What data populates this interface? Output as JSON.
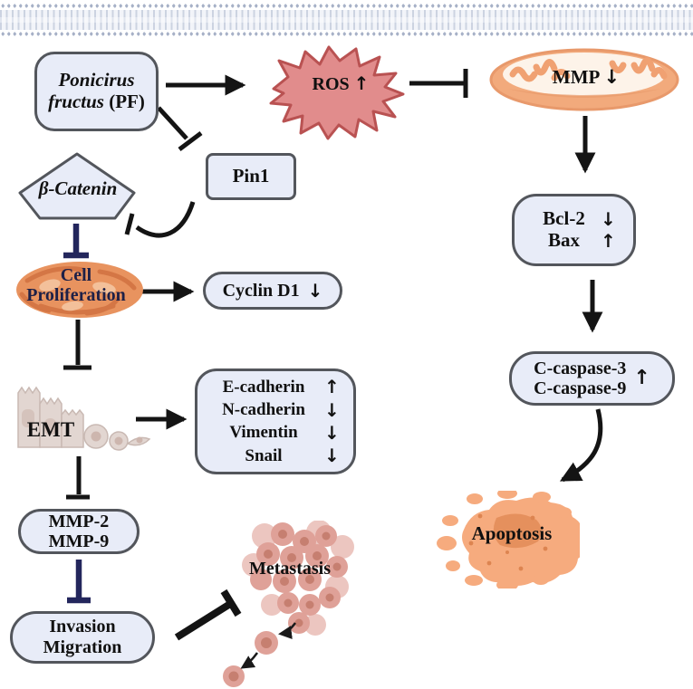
{
  "figure": {
    "kind": "signaling-pathway-diagram",
    "membrane": "cell-membrane (phospholipid bilayer, top of figure)"
  },
  "palette": {
    "box_fill": "#e8ecf8",
    "box_border": "#53565c",
    "navy_inhibitor": "#23265c",
    "connector_black": "#141414",
    "ros_fill": "#e18c8c",
    "ros_stroke": "#b95252",
    "mitochondrion_fill": "#f2aa7c",
    "apoptosis_fill": "#f6ab7e",
    "metastasis_cell": "#dfa198",
    "emt_cell": "#e2d6d1",
    "proliferation_cell": "#e8935f",
    "membrane_dot": "#a8b2c8"
  },
  "nodes": {
    "pf": {
      "line1": "Ponicirus",
      "line2_italic": "fructus",
      "line2_plain": "(PF)"
    },
    "ros": {
      "label": "ROS",
      "arrow": "↑"
    },
    "mmp": {
      "label": "MMP",
      "arrow": "↓"
    },
    "bcl_bax": {
      "rows": [
        {
          "label": "Bcl-2",
          "arrow": "↓"
        },
        {
          "label": "Bax",
          "arrow": "↑"
        }
      ]
    },
    "caspase": {
      "line1": "C-caspase-3",
      "line2": "C-caspase-9",
      "arrow": "↑"
    },
    "apoptosis": {
      "label": "Apoptosis"
    },
    "pin1": {
      "label": "Pin1"
    },
    "beta_catenin": {
      "label": "β-Catenin"
    },
    "cell_proliferation": {
      "line1": "Cell",
      "line2": "Proliferation"
    },
    "cyclin_d1": {
      "label": "Cyclin D1",
      "arrow": "↓"
    },
    "emt": {
      "label": "EMT"
    },
    "emt_markers": {
      "rows": [
        {
          "label": "E-cadherin",
          "arrow": "↑"
        },
        {
          "label": "N-cadherin",
          "arrow": "↓"
        },
        {
          "label": "Vimentin",
          "arrow": "↓"
        },
        {
          "label": "Snail",
          "arrow": "↓"
        }
      ]
    },
    "mmp2_9": {
      "line1": "MMP-2",
      "line2": "MMP-9"
    },
    "invasion_migration": {
      "line1": "Invasion",
      "line2": "Migration"
    },
    "metastasis": {
      "label": "Metastasis"
    }
  },
  "edges": [
    {
      "from": "Ponicirus fructus (PF)",
      "to": "ROS",
      "type": "activates-arrow"
    },
    {
      "from": "ROS",
      "to": "MMP",
      "type": "inhibits-tbar"
    },
    {
      "from": "MMP",
      "to": "Bcl-2 / Bax",
      "type": "arrow"
    },
    {
      "from": "Bcl-2 / Bax",
      "to": "C-caspase-3 / C-caspase-9",
      "type": "arrow"
    },
    {
      "from": "C-caspase-3 / C-caspase-9",
      "to": "Apoptosis",
      "type": "curved-arrow"
    },
    {
      "from": "Ponicirus fructus (PF)",
      "to": "Pin1",
      "type": "inhibits-tbar"
    },
    {
      "from": "Pin1",
      "to": "β-Catenin",
      "type": "curved-inhibits-tbar"
    },
    {
      "from": "β-Catenin",
      "to": "Cell Proliferation",
      "type": "inhibits-tbar-navy"
    },
    {
      "from": "Cell Proliferation",
      "to": "Cyclin D1",
      "type": "arrow"
    },
    {
      "from": "Cell Proliferation",
      "to": "EMT",
      "type": "inhibits-tbar"
    },
    {
      "from": "EMT",
      "to": "E-cadherin/N-cadherin/Vimentin/Snail",
      "type": "arrow"
    },
    {
      "from": "EMT",
      "to": "MMP-2 / MMP-9",
      "type": "inhibits-tbar"
    },
    {
      "from": "MMP-2 / MMP-9",
      "to": "Invasion / Migration",
      "type": "inhibits-tbar-navy"
    },
    {
      "from": "Invasion / Migration",
      "to": "Metastasis",
      "type": "inhibits-tbar-thick"
    }
  ]
}
